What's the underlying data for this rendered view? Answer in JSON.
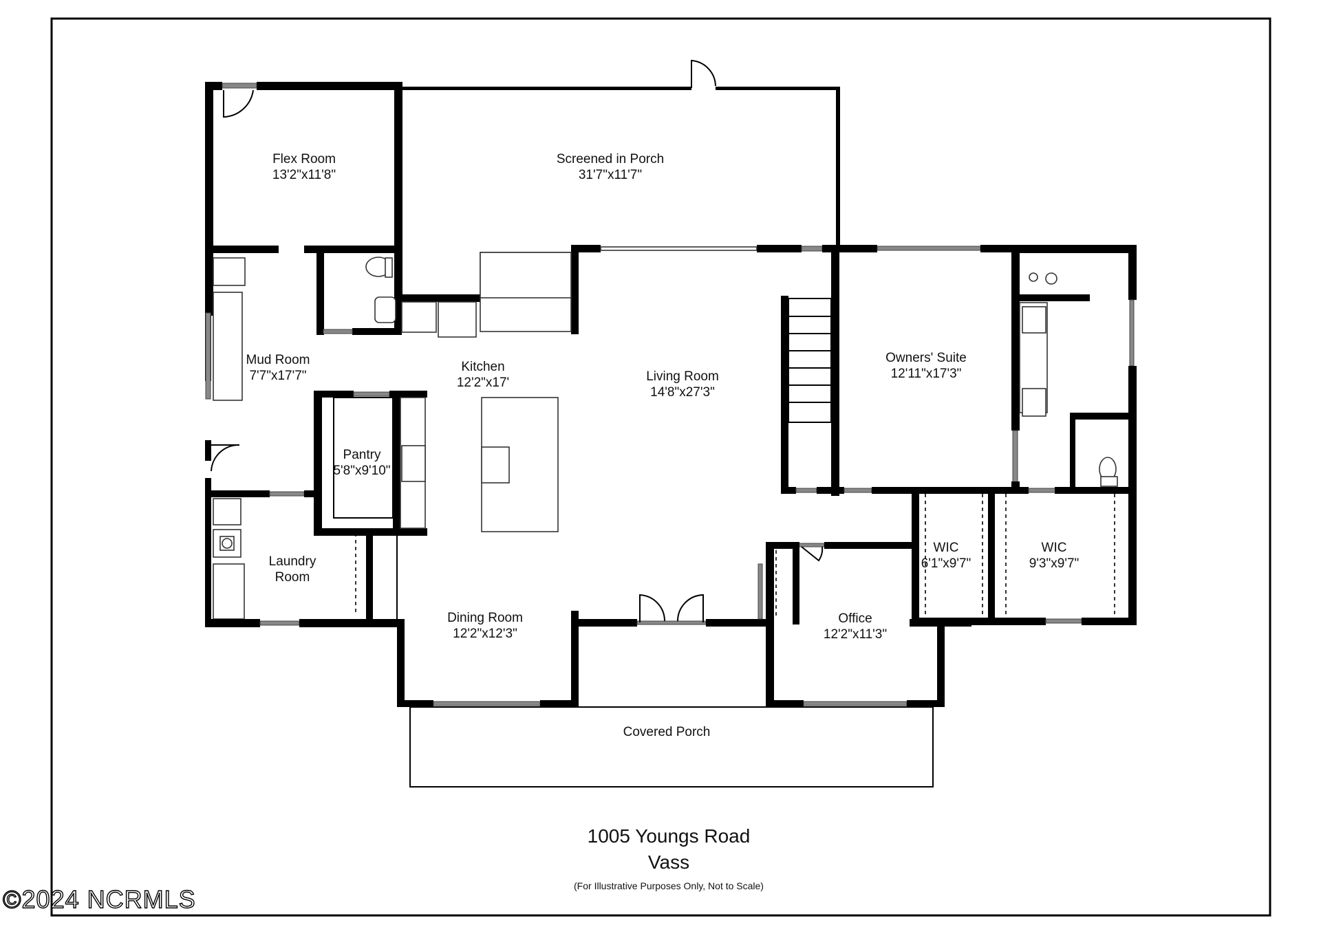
{
  "plan": {
    "address_line1": "1005 Youngs Road",
    "address_line2": "Vass",
    "disclaimer": "(For Illustrative Purposes Only, Not to Scale)",
    "watermark": "©2024 NCRMLS"
  },
  "rooms": [
    {
      "name": "Flex Room",
      "size": "13'2\"x11'8\""
    },
    {
      "name": "Screened in Porch",
      "size": "31'7\"x11'7\""
    },
    {
      "name": "Mud Room",
      "size": "7'7\"x17'7\""
    },
    {
      "name": "Kitchen",
      "size": "12'2\"x17'"
    },
    {
      "name": "Living Room",
      "size": "14'8\"x27'3\""
    },
    {
      "name": "Owners' Suite",
      "size": "12'11\"x17'3\""
    },
    {
      "name": "Pantry",
      "size": "5'8\"x9'10\""
    },
    {
      "name": "Laundry",
      "size": "Room"
    },
    {
      "name": "Dining Room",
      "size": "12'2\"x12'3\""
    },
    {
      "name": "Office",
      "size": "12'2\"x11'3\""
    },
    {
      "name": "WIC",
      "size": "6'1\"x9'7\""
    },
    {
      "name": "WIC",
      "size": "9'3\"x9'7\""
    },
    {
      "name": "Covered Porch",
      "size": ""
    }
  ]
}
